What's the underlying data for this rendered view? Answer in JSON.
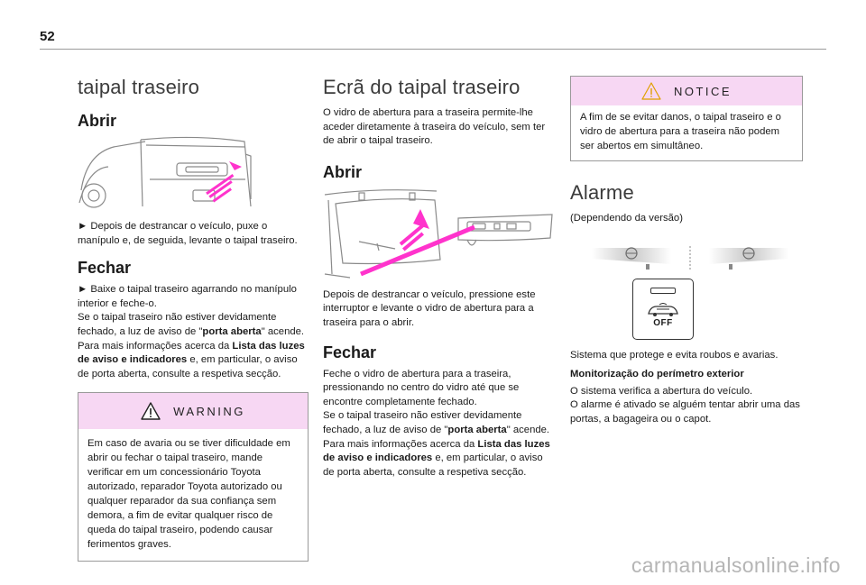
{
  "page": {
    "number": "52",
    "watermark": "carmanualsonline.info"
  },
  "left": {
    "title": "taipal traseiro",
    "abrir": {
      "heading": "Abrir",
      "text": "► Depois de destrancar o veículo, puxe o manípulo e, de seguida, levante o taipal traseiro."
    },
    "fechar": {
      "heading": "Fechar",
      "line1": "► Baixe o taipal traseiro agarrando no manípulo interior e feche-o.",
      "line2a": "Se o taipal traseiro não estiver devidamente fechado, a luz de aviso de \"",
      "line2b": "porta aberta",
      "line2c": "\" acende. Para mais informações acerca da ",
      "line2d": "Lista das luzes de aviso e indicadores",
      "line2e": " e, em particular, o aviso de porta aberta, consulte a respetiva secção."
    },
    "warning": {
      "label": "WARNING",
      "text": "Em caso de avaria ou se tiver dificuldade em abrir ou fechar o taipal traseiro, mande verificar em um concessionário Toyota autorizado, reparador Toyota autorizado ou qualquer reparador da sua confiança sem demora, a fim de evitar qualquer risco de queda do taipal traseiro, podendo causar ferimentos graves."
    }
  },
  "middle": {
    "title": "Ecrã do taipal traseiro",
    "intro": "O vidro de abertura para a traseira permite-lhe aceder diretamente à traseira do veículo, sem ter de abrir o taipal traseiro.",
    "abrir": {
      "heading": "Abrir",
      "text": "Depois de destrancar o veículo, pressione este interruptor e levante o vidro de abertura para a traseira para o abrir."
    },
    "fechar": {
      "heading": "Fechar",
      "line1": "Feche o vidro de abertura para a traseira, pressionando no centro do vidro até que se encontre completamente fechado.",
      "line2a": "Se o taipal traseiro não estiver devidamente fechado, a luz de aviso de \"",
      "line2b": "porta aberta",
      "line2c": "\" acende. Para mais informações acerca da ",
      "line2d": "Lista das luzes de aviso e indicadores",
      "line2e": " e, em particular, o aviso de porta aberta, consulte a respetiva secção."
    }
  },
  "right": {
    "notice": {
      "label": "NOTICE",
      "text": "A fim de se evitar danos, o taipal traseiro e o vidro de abertura para a traseira não podem ser abertos em simultâneo."
    },
    "alarme": {
      "title": "Alarme",
      "version": "(Dependendo da versão)",
      "off_label": "OFF",
      "desc": "Sistema que protege e evita roubos e avarias.",
      "sub": "Monitorização do perímetro exterior",
      "p1": "O sistema verifica a abertura do veículo.",
      "p2": "O alarme é ativado se alguém tentar abrir uma das portas, a bagageira ou o capot."
    }
  },
  "colors": {
    "box_header": "#f7d7f3",
    "arrow": "#ff33cc",
    "rule": "#9a9a9a"
  }
}
